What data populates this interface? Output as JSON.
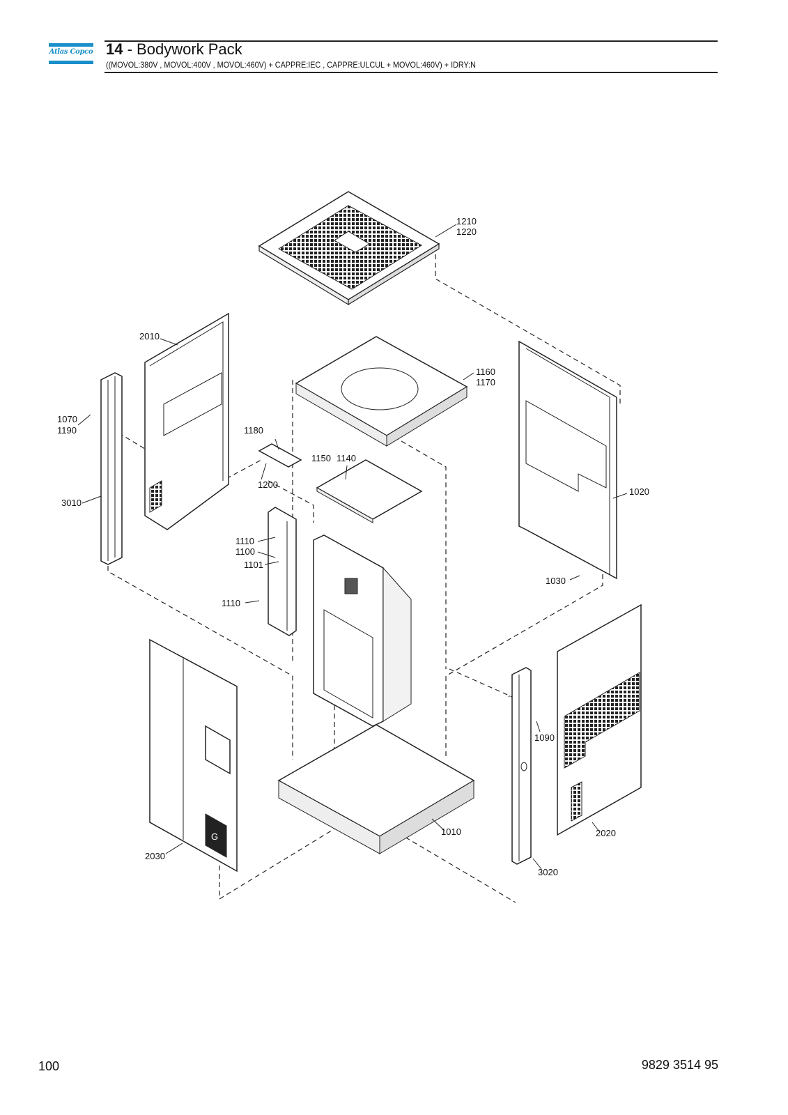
{
  "header": {
    "logo_text": "Atlas Copco",
    "section_number": "14",
    "section_title": "Bodywork Pack",
    "subtitle": "((MOVOL:380V , MOVOL:400V , MOVOL:460V) + CAPPRE:IEC , CAPPRE:ULCUL + MOVOL:460V) + IDRY:N",
    "brand_color": "#1a8fc9"
  },
  "callouts": {
    "c1210": "1210",
    "c1220": "1220",
    "c2010": "2010",
    "c1160": "1160",
    "c1170": "1170",
    "c1070": "1070",
    "c1190": "1190",
    "c1180": "1180",
    "c1150": "1150",
    "c1140": "1140",
    "c1200": "1200",
    "c3010": "3010",
    "c1020": "1020",
    "c1110a": "1110",
    "c1100": "1100",
    "c1101": "1101",
    "c1110b": "1110",
    "c1030": "1030",
    "c1090": "1090",
    "c1010": "1010",
    "c2020": "2020",
    "c2030": "2030",
    "c3020": "3020"
  },
  "footer": {
    "page_number": "100",
    "document_number": "9829 3514 95"
  }
}
